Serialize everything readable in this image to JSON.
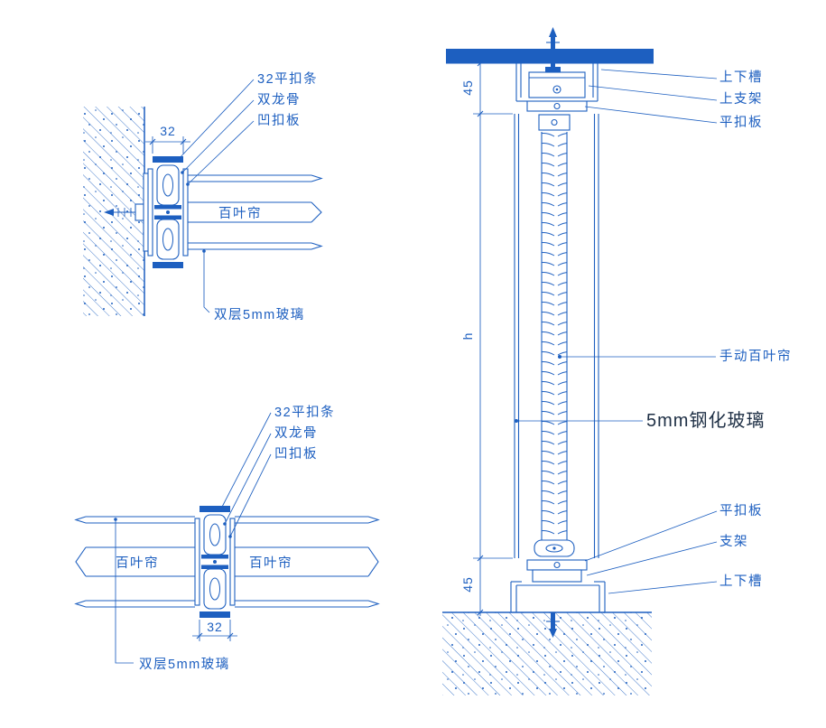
{
  "drawing": {
    "colors": {
      "line": "#1d5fc0",
      "emphasis_text": "#1e2f45",
      "background": "#ffffff"
    },
    "wall_detail": {
      "flat_strip": "32平扣条",
      "double_keel": "双龙骨",
      "recessed_plate": "凹扣板",
      "blind": "百叶帘",
      "double_glass": "双层5mm玻璃",
      "dim_width": "32"
    },
    "joint_detail": {
      "flat_strip": "32平扣条",
      "double_keel": "双龙骨",
      "recessed_plate": "凹扣板",
      "blind_left": "百叶帘",
      "blind_right": "百叶帘",
      "double_glass": "双层5mm玻璃",
      "dim_width": "32"
    },
    "section": {
      "top_channel": "上下槽",
      "top_bracket": "上支架",
      "top_plate": "平扣板",
      "manual_blind": "手动百叶帘",
      "tempered_glass": "5mm钢化玻璃",
      "bottom_plate": "平扣板",
      "bracket": "支架",
      "bottom_channel": "上下槽",
      "dim_top": "45",
      "dim_height": "h",
      "dim_bottom": "45"
    }
  }
}
